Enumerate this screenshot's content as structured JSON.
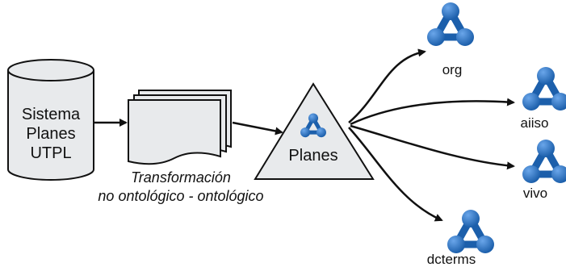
{
  "database": {
    "line1": "Sistema",
    "line2": "Planes",
    "line3": "UTPL"
  },
  "transform": {
    "line1": "Transformación",
    "line2": "no ontológico - ontológico"
  },
  "center": {
    "label": "Planes"
  },
  "targets": [
    {
      "label": "org"
    },
    {
      "label": "aiiso"
    },
    {
      "label": "vivo"
    },
    {
      "label": "dcterms"
    }
  ],
  "colors": {
    "shape_fill": "#e8eaec",
    "stroke": "#111111",
    "icon_dark": "#1c5fab",
    "icon_light": "#3f87d6"
  },
  "icons": {
    "ontology": "rdf-graph-icon"
  }
}
